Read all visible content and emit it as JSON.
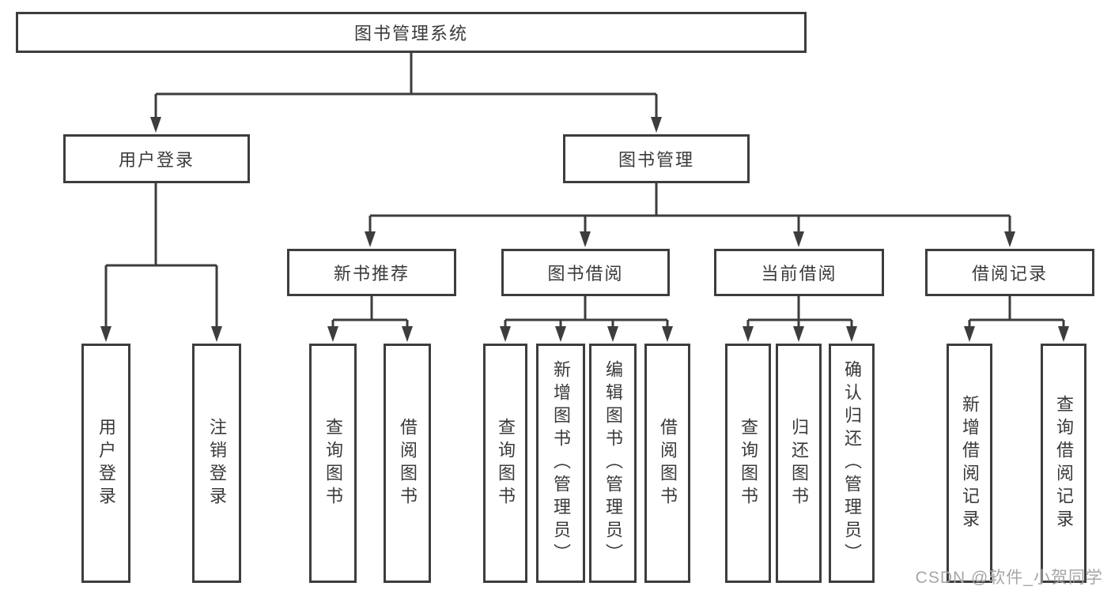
{
  "diagram": {
    "root": "图书管理系统",
    "level2": {
      "user_login": "用户登录",
      "book_management": "图书管理"
    },
    "level3": {
      "new_book_recommendation": "新书推荐",
      "book_borrowing": "图书借阅",
      "current_borrowing": "当前借阅",
      "borrowing_records": "借阅记录"
    },
    "leaves": {
      "user_login": [
        "用户登录",
        "注销登录"
      ],
      "new_book_recommendation": [
        "查询图书",
        "借阅图书"
      ],
      "book_borrowing": [
        "查询图书",
        "新增图书（管理员）",
        "编辑图书（管理员）",
        "借阅图书"
      ],
      "current_borrowing": [
        "查询图书",
        "归还图书",
        "确认归还（管理员）"
      ],
      "borrowing_records": [
        "新增借阅记录",
        "查询借阅记录"
      ]
    }
  },
  "watermark": "CSDN @软件_小贺同学",
  "colors": {
    "line": "#3d3d3d",
    "text": "#3a3a3a",
    "box_background": "#ffffff",
    "watermark": "#a6a6a6"
  }
}
